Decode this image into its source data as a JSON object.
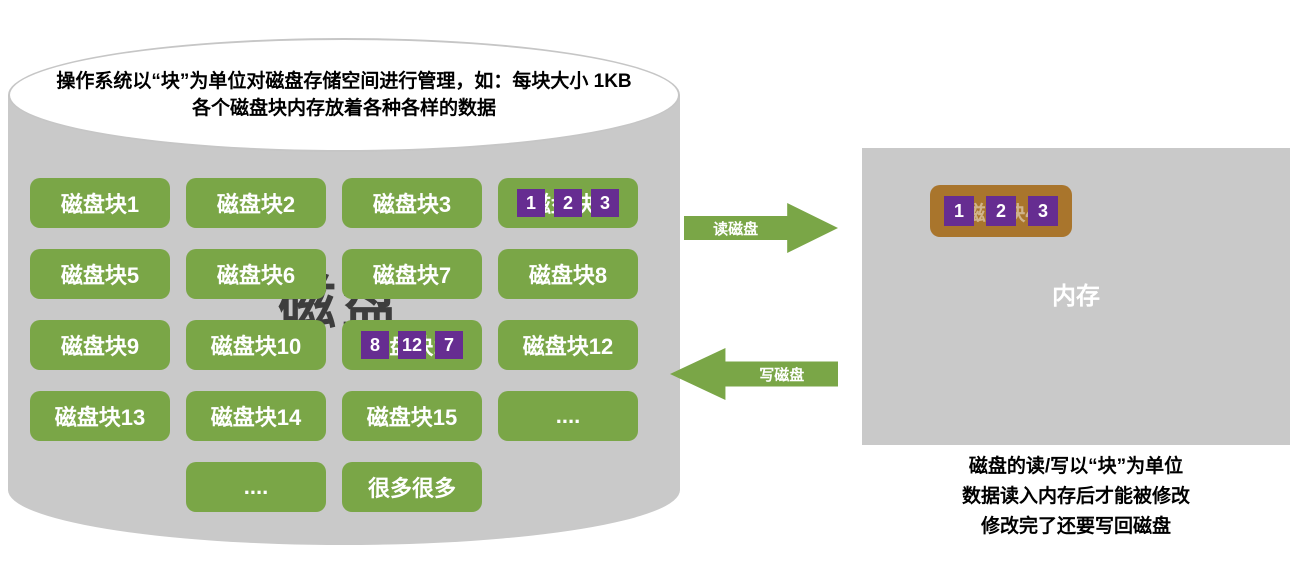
{
  "disk": {
    "note_line1": "操作系统以“块”为单位对磁盘存储空间进行管理，如：每块大小 1KB",
    "note_line2": "各个磁盘块内存放着各种各样的数据",
    "watermark": "磁盘",
    "blocks": [
      {
        "label": "磁盘块1"
      },
      {
        "label": "磁盘块2"
      },
      {
        "label": "磁盘块3"
      },
      {
        "label": "磁盘块4",
        "data": [
          "1",
          "2",
          "3"
        ]
      },
      {
        "label": "磁盘块5"
      },
      {
        "label": "磁盘块6"
      },
      {
        "label": "磁盘块7"
      },
      {
        "label": "磁盘块8"
      },
      {
        "label": "磁盘块9"
      },
      {
        "label": "磁盘块10"
      },
      {
        "label": "磁盘块11",
        "data": [
          "8",
          "12",
          "7"
        ]
      },
      {
        "label": "磁盘块12"
      },
      {
        "label": "磁盘块13"
      },
      {
        "label": "磁盘块14"
      },
      {
        "label": "磁盘块15"
      },
      {
        "label": "...."
      },
      {
        "label": "...."
      },
      {
        "label": "很多很多"
      }
    ]
  },
  "arrows": {
    "read_label": "读磁盘",
    "write_label": "写磁盘"
  },
  "memory": {
    "label": "内存",
    "buffer": {
      "ghost_label": "磁盘块4",
      "data": [
        "1",
        "2",
        "3"
      ]
    }
  },
  "caption": {
    "line1": "磁盘的读/写以“块”为单位",
    "line2": "数据读入内存后才能被修改",
    "line3": "修改完了还要写回磁盘"
  },
  "colors": {
    "green": "#7AA647",
    "purple": "#662D91",
    "brown": "#A9752C",
    "gray": "#C9C9C9"
  }
}
